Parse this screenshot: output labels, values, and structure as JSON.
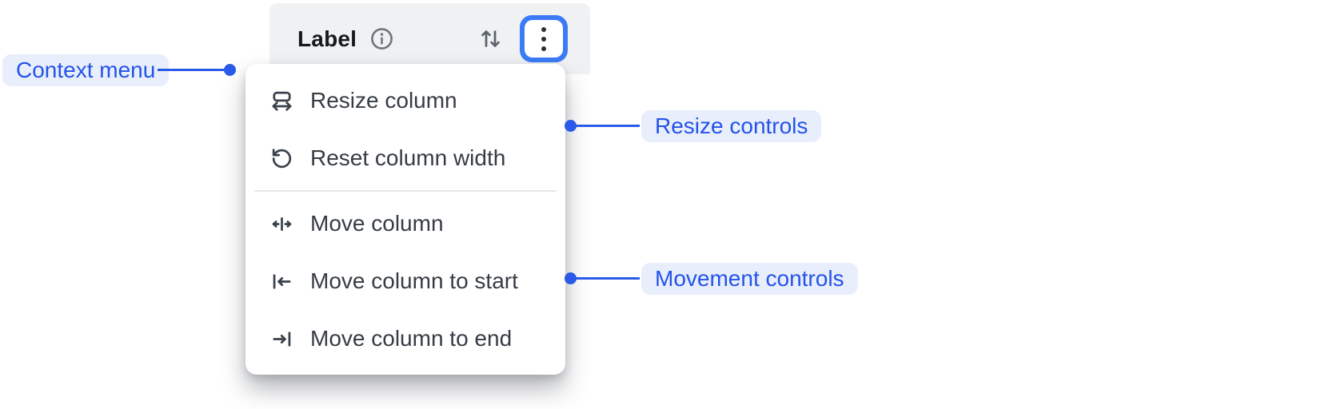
{
  "header": {
    "title": "Label"
  },
  "context_menu": {
    "items": [
      {
        "label": "Resize column",
        "icon": "resize-column-icon"
      },
      {
        "label": "Reset column width",
        "icon": "reset-column-width-icon"
      },
      {
        "label": "Move column",
        "icon": "move-column-icon"
      },
      {
        "label": "Move column to start",
        "icon": "move-column-to-start-icon"
      },
      {
        "label": "Move column to end",
        "icon": "move-column-to-end-icon"
      }
    ]
  },
  "annotations": {
    "context_menu_label": "Context menu",
    "resize_controls_label": "Resize controls",
    "movement_controls_label": "Movement controls"
  },
  "colors": {
    "annotation_blue": "#2b5ae8",
    "annotation_text_blue": "#2353e9",
    "annotation_pill_bg": "#e9eefc",
    "focus_ring_blue": "#3b7bf6",
    "header_bg": "#eff1f3",
    "menu_bg": "#ffffff",
    "menu_text": "#363c44",
    "divider": "#e4e6ea"
  }
}
